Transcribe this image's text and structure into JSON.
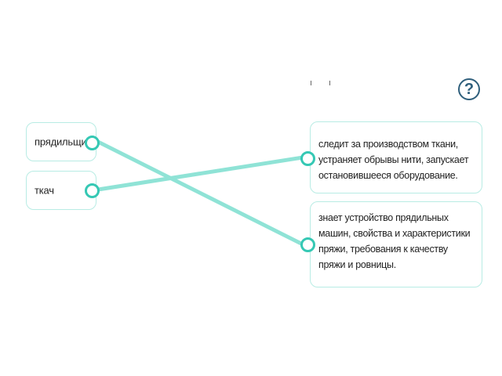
{
  "left_items": [
    {
      "label": "прядильщик"
    },
    {
      "label": "ткач"
    }
  ],
  "right_items": [
    {
      "label": "следит за производством ткани, устраняет обрывы нити, запускает остановившееся оборудование."
    },
    {
      "label": "знает устройство прядильных машин, свойства и характеристики пряжи, требования к качеству пряжи и ровницы."
    }
  ],
  "connections": [
    {
      "from": 0,
      "to": 1
    },
    {
      "from": 1,
      "to": 0
    }
  ],
  "help": {
    "symbol": "?"
  },
  "colors": {
    "accent": "#35c8b4",
    "line": "#8fe3d6",
    "border": "#b8ece4",
    "help": "#2f5f7c"
  }
}
